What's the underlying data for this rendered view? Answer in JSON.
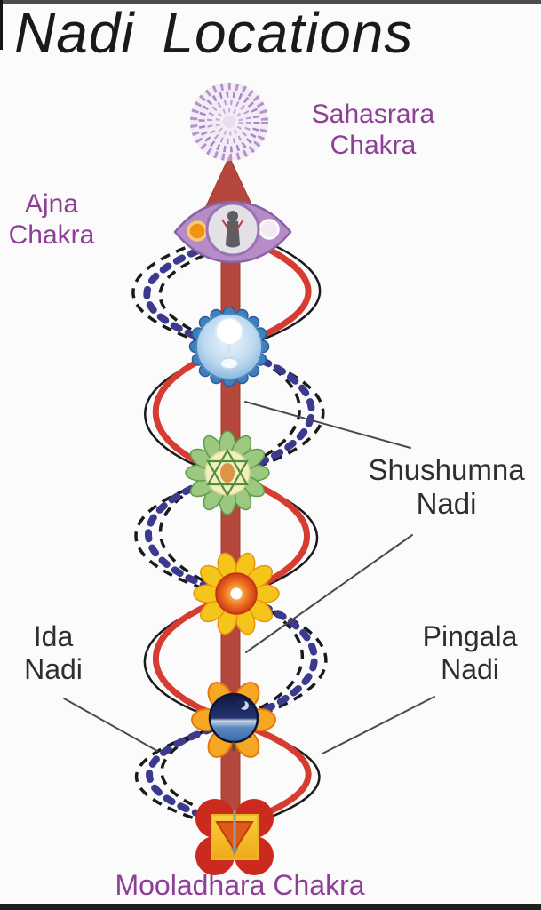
{
  "title": "Nadi Locations",
  "labels": {
    "sahasrara": [
      "Sahasrara",
      "Chakra"
    ],
    "ajna": [
      "Ajna",
      "Chakra"
    ],
    "shushumna": [
      "Shushumna",
      "Nadi"
    ],
    "ida": [
      "Ida",
      "Nadi"
    ],
    "pingala": [
      "Pingala",
      "Nadi"
    ],
    "mooladhara": "Mooladhara Chakra"
  },
  "colors": {
    "label_purple": "#8e3e96",
    "label_black": "#2e2e2e",
    "title_black": "#1a1a1a",
    "shushumna_channel_red": "#b5473c",
    "pingala_red": "#d63c32",
    "ida_indigo": "#3c3a8e",
    "nadi_black": "#1a1a1a",
    "sahasrara_purple": "#b390c7",
    "ajna_purple": "#b58cc6",
    "vishuddha_blue": "#6ea3d6",
    "anahata_green": "#9cc97f",
    "manipura_yellow": "#f6c51c",
    "svadhisthana_orange": "#f6a723",
    "mooladhara_red": "#cc2a1e"
  },
  "icons": {
    "sahasrara": "sahasrara-mandala-icon",
    "ajna": "ajna-eye-icon",
    "vishuddha": "throat-chakra-icon",
    "anahata": "heart-chakra-icon",
    "manipura": "solar-plexus-chakra-icon",
    "svadhisthana": "sacral-chakra-icon",
    "mooladhara": "root-chakra-icon"
  }
}
